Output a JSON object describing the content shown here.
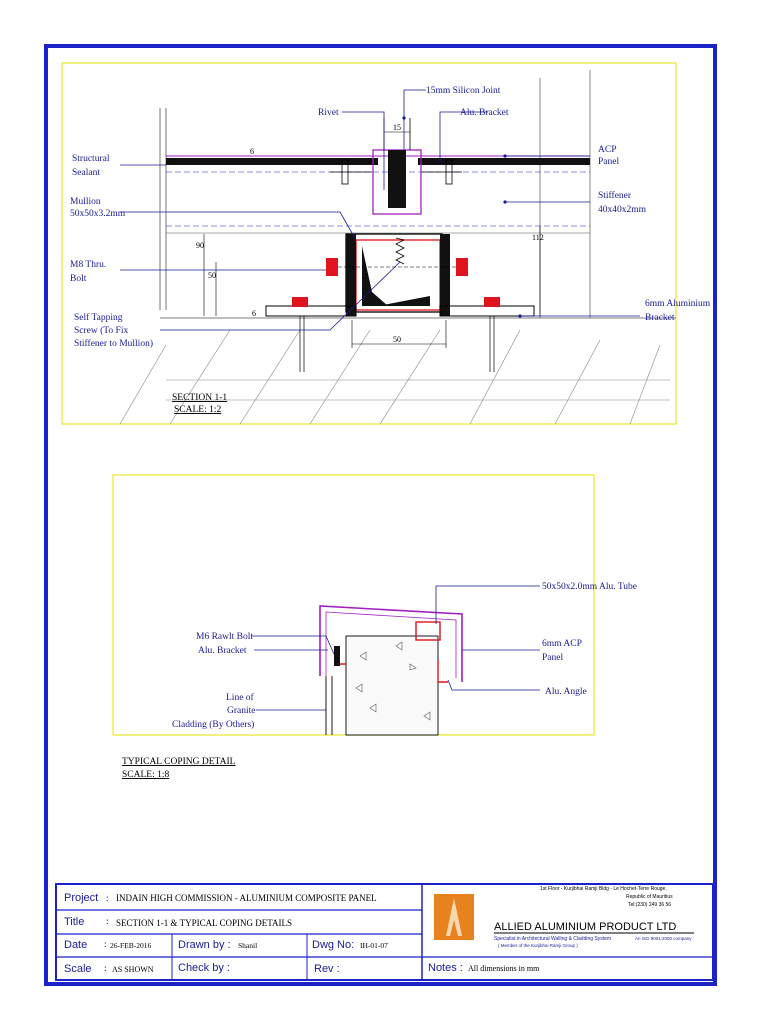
{
  "section_1": {
    "labels": {
      "silicon_joint": "15mm Silicon Joint",
      "rivet": "Rivet",
      "alu_bracket": "Alu. Bracket",
      "acp_1": "ACP",
      "acp_2": "Panel",
      "structural_1": "Structural",
      "structural_2": "Sealant",
      "stiffener_1": "Stiffener",
      "stiffener_2": "40x40x2mm",
      "mullion_1": "Mullion",
      "mullion_2": "50x50x3.2mm",
      "bolt_1": "M8 Thru.",
      "bolt_2": "Bolt",
      "bracket6_1": "6mm Aluminium",
      "bracket6_2": "Bracket",
      "screw_1": "Self Tapping",
      "screw_2": "Screw (To Fix",
      "screw_3": "Stiffener to Mullion)"
    },
    "dims": {
      "d15": "15",
      "d6a": "6",
      "d90": "90",
      "d50v": "50",
      "d6b": "6",
      "d112": "112",
      "d50h": "50"
    },
    "title": "SECTION 1-1",
    "scale": "SCALE: 1:2"
  },
  "coping": {
    "labels": {
      "tube": "50x50x2.0mm Alu. Tube",
      "rawlt": "M6 Rawlt Bolt",
      "bracket": "Alu. Bracket",
      "acp_1": "6mm ACP",
      "acp_2": "Panel",
      "angle": "Alu. Angle",
      "granite_1": "Line of",
      "granite_2": "Granite",
      "granite_3": "Cladding (By Others)"
    },
    "title": "TYPICAL COPING DETAIL",
    "scale": "SCALE: 1:8"
  },
  "title_block": {
    "project_label": "Project",
    "project_value": "INDAIN HIGH COMMISSION - ALUMINIUM COMPOSITE PANEL",
    "title_label": "Title",
    "title_value": "SECTION 1-1 & TYPICAL COPING DETAILS",
    "date_label": "Date",
    "date_value": "26-FEB-2016",
    "drawn_label": "Drawn by :",
    "drawn_value": "Shanil",
    "dwg_label": "Dwg No:",
    "dwg_value": "IH-01-07",
    "scale_label": "Scale",
    "scale_value": "AS SHOWN",
    "check_label": "Check  by :",
    "rev_label": "Rev :",
    "notes_label": "Notes :",
    "notes_value": "All dimensions in mm",
    "address_1": "1st Floor - Kurjibhai Ramji Bldg -  Le Hochet-Terre Rouge,",
    "address_2": "Republic of Mauritius",
    "address_3": "Tel:(230) 249 36 56",
    "company": "ALLIED ALUMINIUM PRODUCT LTD",
    "tagline": "Specialist in Architectural Walling & Cladding System",
    "iso": "An ISO 9001:2000 company",
    "member": "( Member of the  Kurjibhai Ramji Group )"
  },
  "colors": {
    "border": "#1b22c8",
    "frame": "#e8e62a",
    "label": "#1a1a99",
    "red": "#e0141e",
    "magenta": "#a020c0",
    "logo": "#e8821e"
  }
}
